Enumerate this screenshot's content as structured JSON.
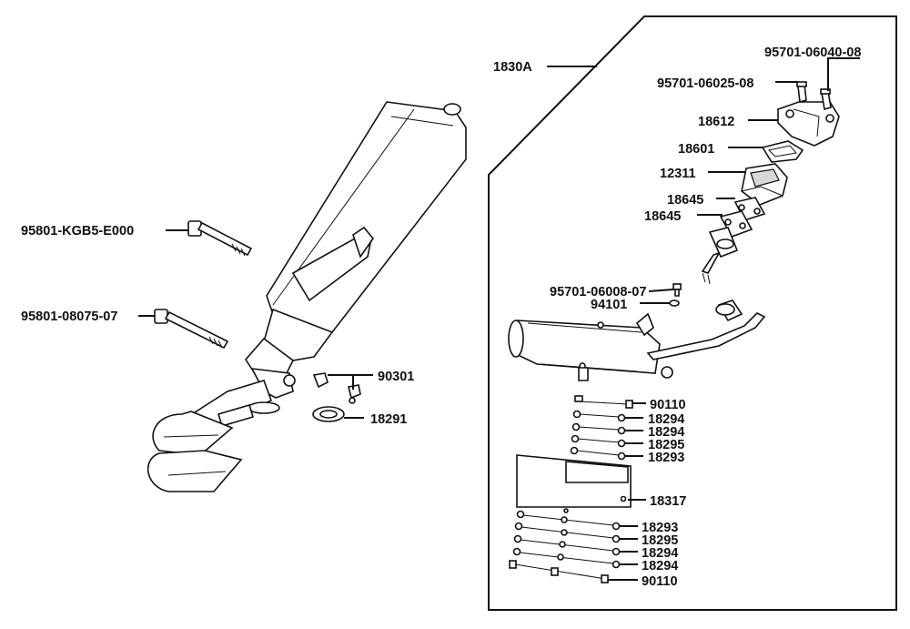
{
  "labels": {
    "bolt_long": "95801-KGB5-E000",
    "bolt_short": "95801-08075-07",
    "clip": "90301",
    "gasket_ring": "18291",
    "assembly": "1830A",
    "screw_a": "95701-06040-08",
    "screw_b": "95701-06025-08",
    "cover": "18612",
    "gasket_18601": "18601",
    "reed_valve": "12311",
    "gasket_18645_a": "18645",
    "gasket_18645_b": "18645",
    "screw_c": "95701-06008-07",
    "washer": "94101",
    "screw_90110_a": "90110",
    "pin_18294_a": "18294",
    "pin_18294_b": "18294",
    "pin_18295_a": "18295",
    "pin_18293_a": "18293",
    "plate": "18317",
    "pin_18293_b": "18293",
    "pin_18295_b": "18295",
    "pin_18294_c": "18294",
    "pin_18294_d": "18294",
    "screw_90110_b": "90110"
  }
}
